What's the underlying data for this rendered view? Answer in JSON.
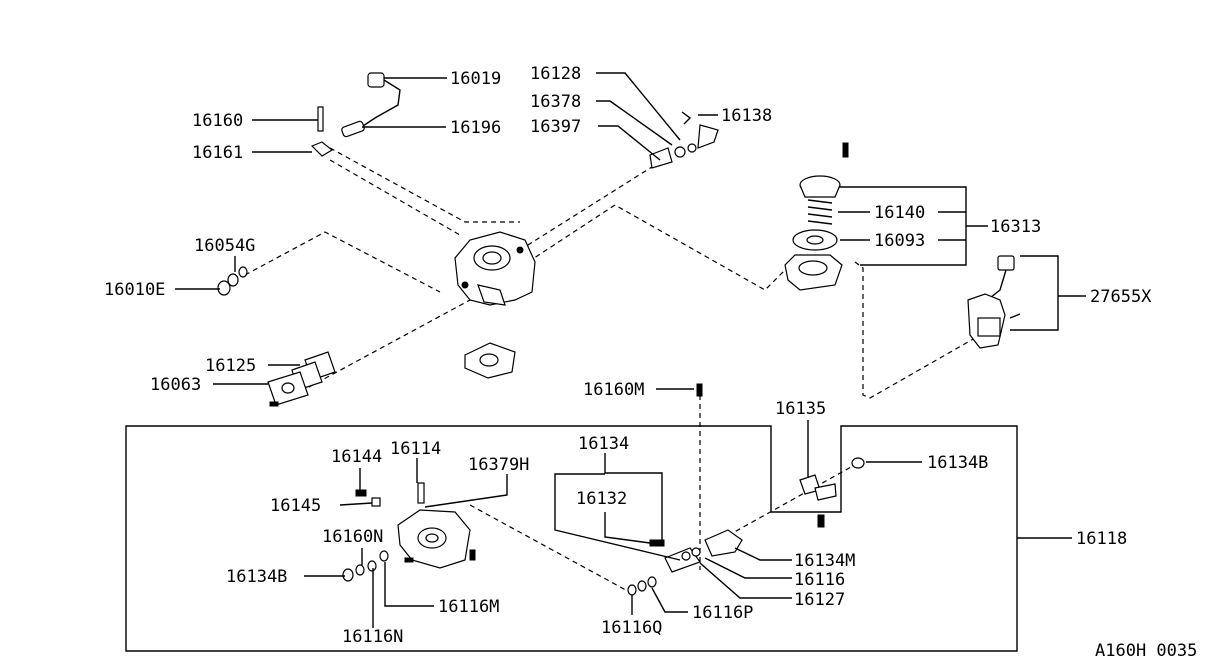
{
  "diagram": {
    "code": "A160H 0035",
    "part_labels": [
      "16019",
      "16128",
      "16378",
      "16397",
      "16138",
      "16160",
      "16196",
      "16161",
      "16140",
      "16313",
      "16093",
      "16054G",
      "16010E",
      "27655X",
      "16125",
      "16063",
      "16160M",
      "16135",
      "16134",
      "16144",
      "16114",
      "16379H",
      "16134B",
      "16132",
      "16145",
      "16160N",
      "16118",
      "16134M",
      "16116",
      "16127",
      "16116P",
      "16116M",
      "16116Q",
      "16116N"
    ]
  }
}
